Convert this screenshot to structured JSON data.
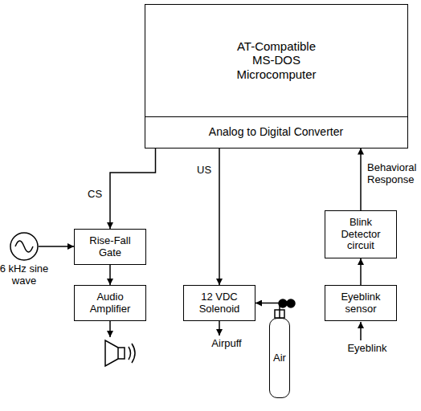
{
  "diagram": {
    "nodes": [
      {
        "text": [
          "AT-Compatible MS-DOS Microcomputer"
        ]
      },
      {
        "text": [
          "Analog to Digital Converter"
        ],
        "in": 0
      },
      {
        "text": [
          "6 kHz sine wave"
        ]
      },
      {
        "text": [
          "Rise-Fall Gate"
        ]
      },
      {
        "text": [
          "Audio Amplifier"
        ]
      },
      {
        "text": [
          "12 VDC Solenoid"
        ]
      },
      {
        "text": [
          "Air"
        ]
      },
      {
        "text": [
          "Blink Detector circuit"
        ]
      },
      {
        "text": [
          "Eyeblink sensor"
        ]
      }
    ],
    "edges": [
      {
        "from": 1,
        "to": 3,
        "label": "CS",
        "arrow": "to"
      },
      {
        "from": 1,
        "to": 5,
        "label": "US",
        "arrow": "to"
      },
      {
        "from": 7,
        "to": 1,
        "label": "Behavioral Response",
        "arrow": "to"
      },
      {
        "from": 8,
        "to": 7,
        "arrow": "to"
      },
      {
        "from": 3,
        "to": 4,
        "arrow": "to"
      },
      {
        "from": 2,
        "to": 3,
        "arrow": "to"
      },
      {
        "from": 6,
        "to": 5,
        "arrow": "to"
      }
    ],
    "labels": [
      "Airpuff",
      "Eyeblink"
    ]
  }
}
